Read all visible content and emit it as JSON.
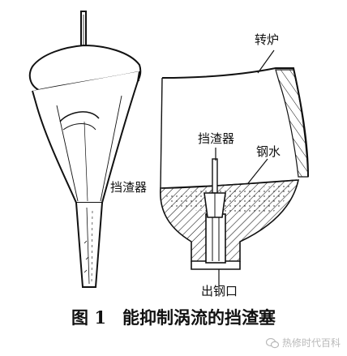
{
  "labels": {
    "converter": "转炉",
    "stopper_left": "挡渣器",
    "stopper_right": "挡渣器",
    "molten_steel": "钢水",
    "tap_hole": "出钢口"
  },
  "caption": {
    "number": "图 1",
    "title": "能抑制涡流的挡渣塞"
  },
  "watermark": {
    "text": "热修时代百科",
    "icon": "wechat-icon"
  },
  "colors": {
    "ink": "#111111",
    "watermark": "#b9b9b9"
  }
}
